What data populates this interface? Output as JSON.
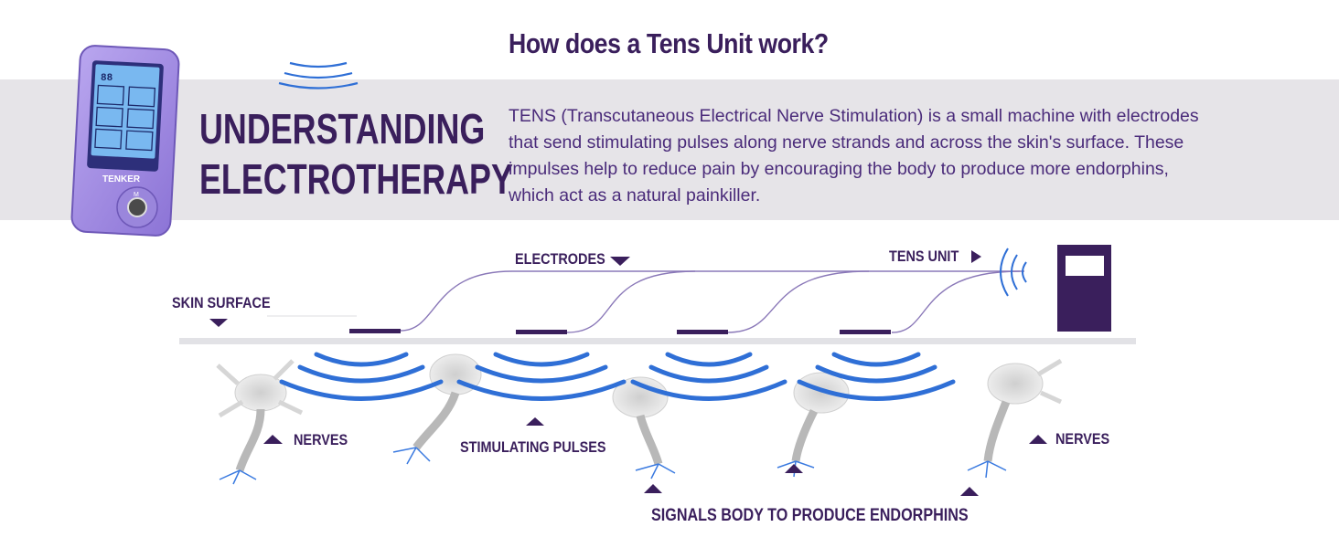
{
  "header": {
    "question": "How does a Tens Unit work?",
    "headline_line1": "UNDERSTANDING",
    "headline_line2": "ELECTROTHERAPY"
  },
  "description": {
    "lines": [
      "TENS (Transcutaneous Electrical Nerve Stimulation) is a small machine with electrodes",
      "that send stimulating pulses along nerve strands and across the skin's surface. These",
      "impulses help to reduce pain by encouraging the body to produce more endorphins,",
      "which act as a natural painkiller."
    ]
  },
  "device": {
    "brand": "TENKER",
    "screen_readout": "88",
    "button_mark": "M"
  },
  "labels": {
    "electrodes": "ELECTRODES",
    "tens_unit": "TENS UNIT",
    "skin_surface": "SKIN SURFACE",
    "nerves_left": "NERVES",
    "stimulating_pulses": "STIMULATING PULSES",
    "nerves_right": "NERVES",
    "signals": "SIGNALS BODY TO PRODUCE ENDORPHINS"
  },
  "colors": {
    "primary_purple": "#3a1f5c",
    "text_purple": "#4a2b7a",
    "pulse_blue": "#2f6fd6",
    "band_gray": "#e6e4e8",
    "device_lavender": "#a48fe0",
    "nerve_gray": "#bfbfbf"
  }
}
